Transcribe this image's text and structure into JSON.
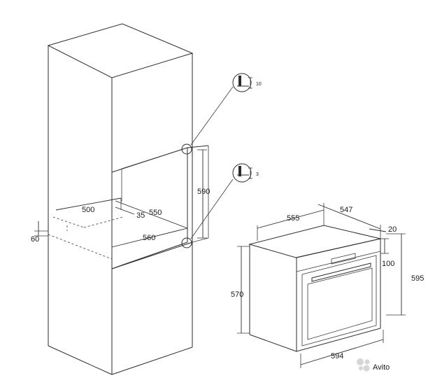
{
  "dimensions": {
    "niche_depth_500": "500",
    "niche_offset_35": "35",
    "niche_depth_550": "550",
    "niche_width_560": "560",
    "niche_height_590": "590",
    "vent_60": "60",
    "oven_depth_555": "555",
    "oven_depth_547": "547",
    "oven_front_20": "20",
    "oven_panel_100": "100",
    "oven_height_595": "595",
    "oven_height_570": "570",
    "oven_width_594": "594"
  },
  "details": {
    "top_gap": "10",
    "bottom_gap": "3"
  },
  "watermark": {
    "text": "Avito"
  },
  "colors": {
    "line": "#2b2b2b",
    "watermark": "#c9c9c9"
  }
}
